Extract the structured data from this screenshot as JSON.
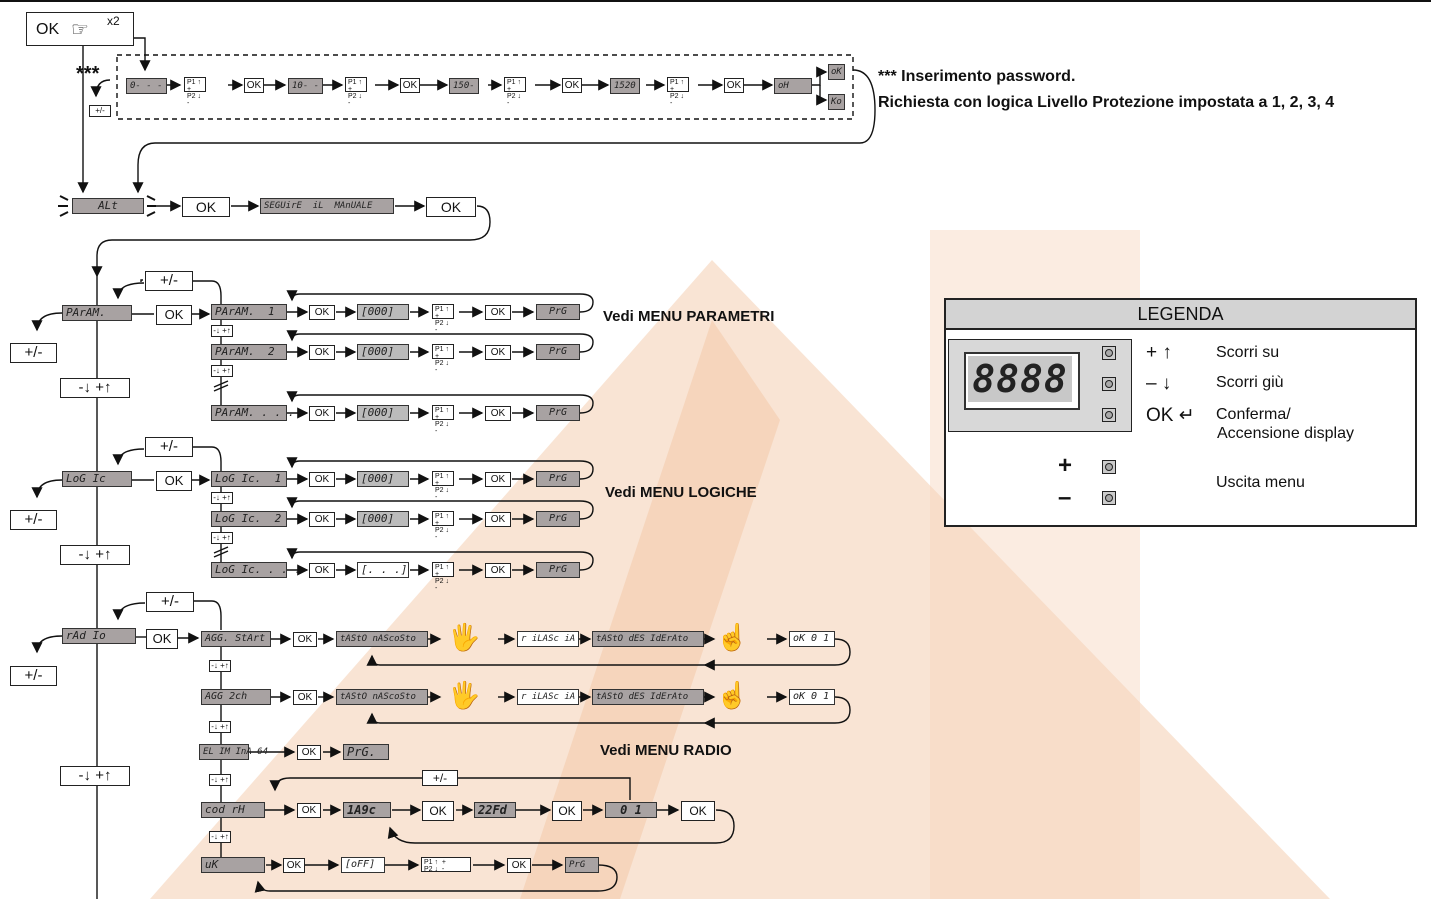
{
  "colors": {
    "watermark": "#f4cdb0",
    "lcd_bg": "#a8a2a2",
    "legend_header": "#d3d3d3"
  },
  "top": {
    "ok": "OK",
    "x2": "x2",
    "stars": "***",
    "pm": "+/-"
  },
  "password": {
    "d1": "0- - -",
    "d2": "10- -",
    "d3": "150-",
    "d4": "1520",
    "oh": "oH",
    "ok_label": "OK",
    "ok_badge": "oK",
    "ko_badge": "Ko"
  },
  "note": {
    "line1": "*** Inserimento password.",
    "line2": "Richiesta con logica Livello Protezione impostata a 1, 2, 3, 4"
  },
  "alt": {
    "alt": "ALt",
    "ok": "OK",
    "seguire": "SEGUirE  iL  MAnUALE"
  },
  "nav": {
    "pm": "+/-",
    "updown": "-↓ +↑",
    "updown_s": "-↓ +↑"
  },
  "p12": {
    "p1": "P1",
    "p2": "P2",
    "arrows": "↑ + ↓ -"
  },
  "param": {
    "menu": "PArAM.",
    "items": [
      "PArAM.  1",
      "PArAM.  2",
      "PArAM. . . ."
    ],
    "val": "[000]",
    "prg": "PrG",
    "label": "Vedi MENU PARAMETRI"
  },
  "logic": {
    "menu": "LoG Ic",
    "items": [
      "LoG Ic.  1",
      "LoG Ic.  2",
      "LoG Ic. . . ."
    ],
    "vals": [
      "[000]",
      "[000]",
      "[. . .]"
    ],
    "prg": "PrG",
    "label": "Vedi MENU LOGICHE"
  },
  "radio": {
    "menu": "rAd Io",
    "agg_start": "AGG. StArt",
    "agg_2ch": "AGG 2ch",
    "tasto_n": "tAStO nAScoSto",
    "rilascia": "r iLASc iA",
    "tasto_d": "tAStO dES IdErAto",
    "ok01": "oK 0 1",
    "elimina": "EL IM InA 64",
    "prg_big": "PrG.",
    "cod": "cod rH",
    "c1": "1A9c",
    "c2": "22Fd",
    "c3": "0 1",
    "uk": "uK",
    "off": "[oFF]",
    "prg": "PrG",
    "ok": "OK",
    "label": "Vedi MENU RADIO"
  },
  "legend": {
    "title": "LEGENDA",
    "display": "8888",
    "r1_sym": "+ ↑",
    "r1_txt": "Scorri su",
    "r2_sym": "– ↓",
    "r2_txt": "Scorri giù",
    "r3_sym": "OK ↵",
    "r3_txt1": "Conferma/",
    "r3_txt2": "Accensione display",
    "plus": "+",
    "minus": "–",
    "exit": "Uscita menu"
  }
}
